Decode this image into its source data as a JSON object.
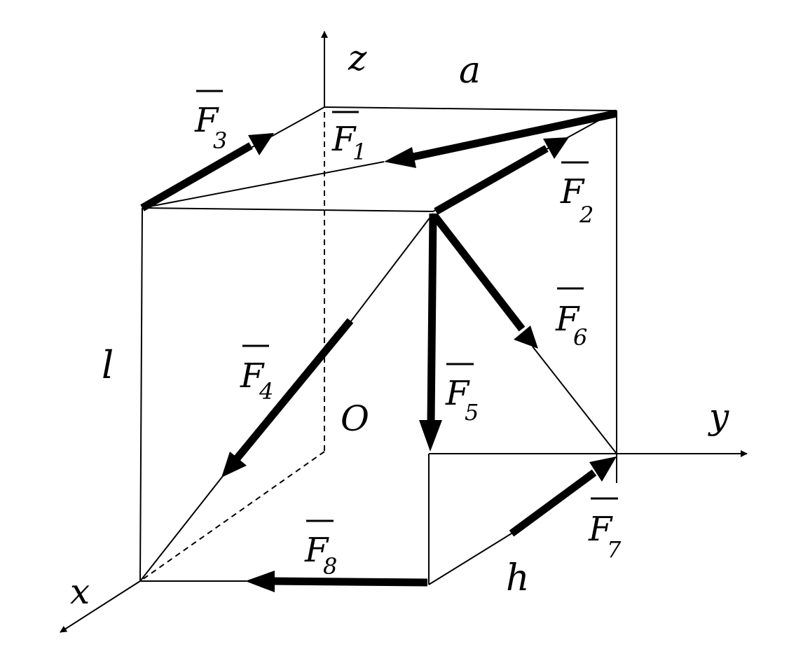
{
  "colors": {
    "ink": "#000000",
    "background": "#ffffff"
  },
  "axes": {
    "x": "x",
    "y": "y",
    "z": "z",
    "origin": "O"
  },
  "dimensions": {
    "a": "a",
    "l": "l",
    "h": "h"
  },
  "forces": [
    {
      "letter": "F",
      "index": "1"
    },
    {
      "letter": "F",
      "index": "2"
    },
    {
      "letter": "F",
      "index": "3"
    },
    {
      "letter": "F",
      "index": "4"
    },
    {
      "letter": "F",
      "index": "5"
    },
    {
      "letter": "F",
      "index": "6"
    },
    {
      "letter": "F",
      "index": "7"
    },
    {
      "letter": "F",
      "index": "8"
    }
  ]
}
